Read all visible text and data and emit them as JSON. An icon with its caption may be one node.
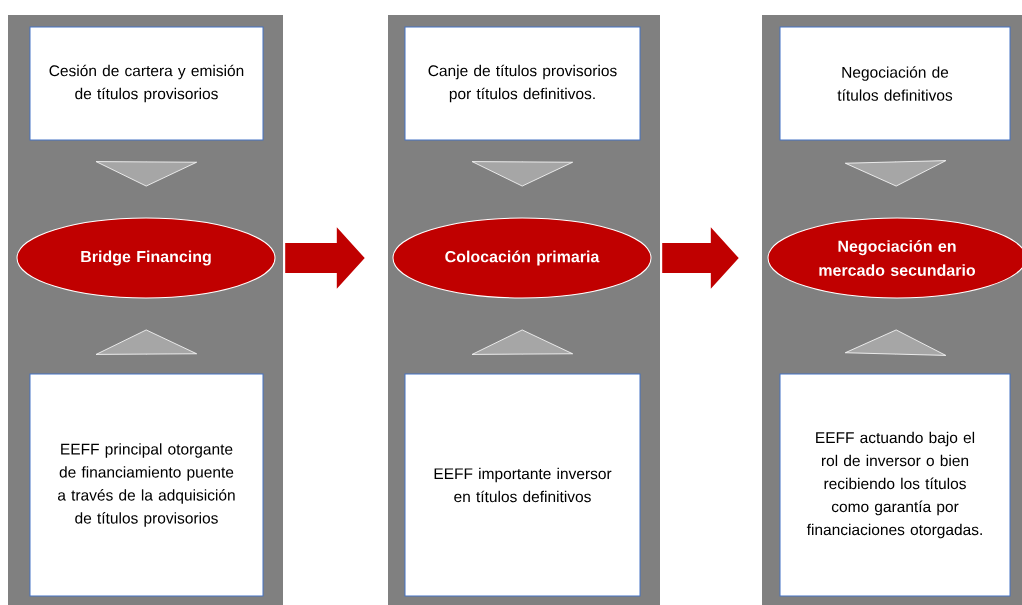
{
  "diagram": {
    "nodes": [
      {
        "text": [],
        "shape": "band"
      },
      {
        "text": [
          "Cesión de cartera y emisión de títulos provisorios"
        ],
        "in": 0
      },
      {
        "text": [
          "Bridge Financing"
        ],
        "in": 0
      },
      {
        "text": [
          "EEFF principal otorgante de financiamiento puente a través de la adquisición de títulos provisorios"
        ],
        "in": 0
      },
      {
        "text": [],
        "shape": "band"
      },
      {
        "text": [
          "Canje de títulos provisorios por títulos definitivos."
        ],
        "in": 4
      },
      {
        "text": [
          "Colocación  primaria"
        ],
        "in": 4
      },
      {
        "text": [
          "EEFF importante inversor en títulos definitivos"
        ],
        "in": 4
      },
      {
        "text": [],
        "shape": "band"
      },
      {
        "text": [
          "Negociación de títulos definitivos"
        ],
        "in": 8
      },
      {
        "text": [
          "Negociación  en mercado secundario"
        ],
        "in": 8
      },
      {
        "text": [
          "EEFF actuando bajo el rol de inversor o bien recibiendo los títulos como garantía por financiaciones otorgadas."
        ],
        "in": 8
      }
    ],
    "edges": [
      {
        "from": 1,
        "to": 2,
        "arrow": "to"
      },
      {
        "from": 3,
        "to": 2,
        "arrow": "to"
      },
      {
        "from": 5,
        "to": 6,
        "arrow": "to"
      },
      {
        "from": 7,
        "to": 6,
        "arrow": "to"
      },
      {
        "from": 9,
        "to": 10,
        "arrow": "to"
      },
      {
        "from": 11,
        "to": 10,
        "arrow": "to"
      },
      {
        "from": 0,
        "to": 4,
        "arrow": "to",
        "color": "#c00000"
      },
      {
        "from": 4,
        "to": 8,
        "arrow": "to",
        "color": "#c00000"
      }
    ]
  }
}
